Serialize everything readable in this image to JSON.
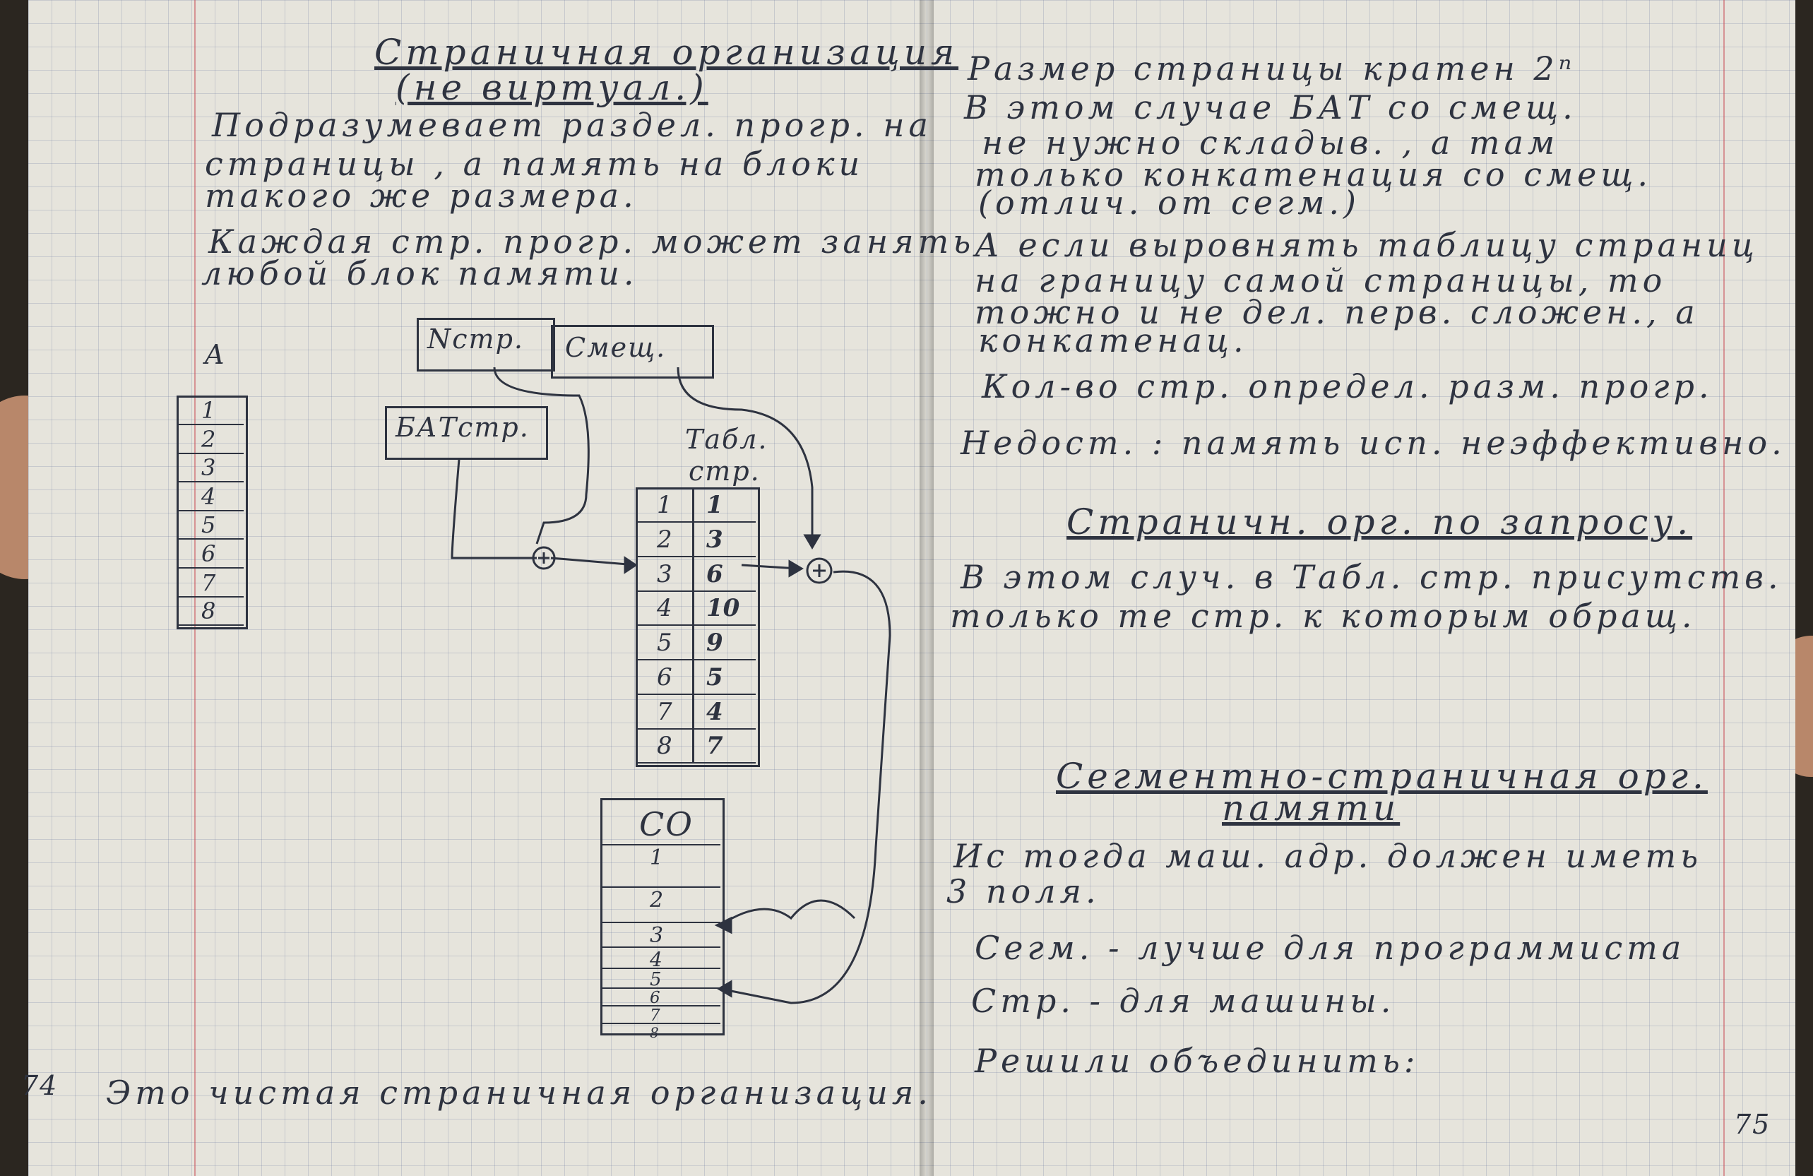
{
  "left_page": {
    "title": "Страничная организация",
    "subtitle": "(не виртуал.)",
    "line1": "Подразумевает раздел. прогр. на",
    "line2": "страницы , а память на блоки",
    "line3": "такого же размера.",
    "line4": "Каждая стр. прогр. может занять",
    "line5": "любой блок памяти.",
    "diagram": {
      "label_a": "A",
      "reg_n": "Nстр.",
      "reg_offset": "Смещ.",
      "bat": "БАТстр.",
      "table_title_1": "Табл.",
      "table_title_2": "стр.",
      "memory_label": "СО",
      "a_cells": [
        "1",
        "2",
        "3",
        "4",
        "5",
        "6",
        "7",
        "8"
      ],
      "table_rows": [
        {
          "n": "1",
          "b": "1"
        },
        {
          "n": "2",
          "b": "3"
        },
        {
          "n": "3",
          "b": "6"
        },
        {
          "n": "4",
          "b": "10"
        },
        {
          "n": "5",
          "b": "9"
        },
        {
          "n": "6",
          "b": "5"
        },
        {
          "n": "7",
          "b": "4"
        },
        {
          "n": "8",
          "b": "7"
        }
      ],
      "memory_cells": [
        "1",
        "2",
        "3",
        "4",
        "5",
        "6",
        "7",
        "8"
      ],
      "plus": "+"
    },
    "footer": "Это чистая страничная организация.",
    "page_number": "74"
  },
  "right_page": {
    "p1_l1": "Размер страницы кратен 2ⁿ",
    "p1_l2": "В этом случае БАТ со смещ.",
    "p1_l3": "не нужно складыв. , а там",
    "p1_l4": "только конкатенация со смещ.",
    "p1_l5": "(отлич. от сегм.)",
    "p2_l1": "А если выровнять таблицу страниц",
    "p2_l2": "на границу самой страницы, то",
    "p2_l3": "тожно и не дел. перв. сложен., а",
    "p2_l4": "конкатенац.",
    "p3": "Кол-во стр. определ. разм. прогр.",
    "p4": "Недост. : память исп. неэффективно.",
    "heading2": "Страничн. орг. по запросу.",
    "p5_l1": "В этом случ. в Табл. стр. присутств.",
    "p5_l2": "только те стр. к которым обращ.",
    "heading3_l1": "Сегментно-страничная орг.",
    "heading3_l2": "памяти",
    "p6_l1": "Ис тогда маш. адр. должен иметь",
    "p6_l2": "3 поля.",
    "p7": "Сегм. - лучше для программиста",
    "p8": "Стр. - для машины.",
    "p9": "Решили объединить:",
    "page_number": "75"
  }
}
